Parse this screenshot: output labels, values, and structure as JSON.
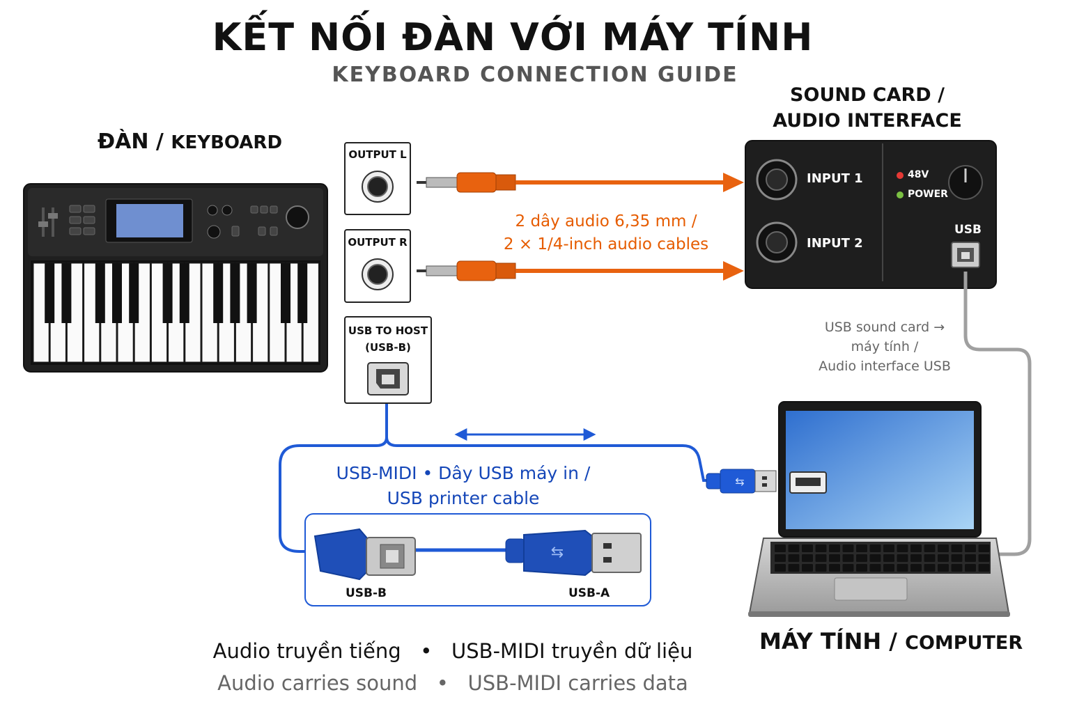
{
  "title": "KẾT NỐI ĐÀN VỚI MÁY TÍNH",
  "subtitle": "KEYBOARD CONNECTION GUIDE",
  "keyboard": {
    "label_vi": "ĐÀN",
    "separator": "/",
    "label_en": "KEYBOARD"
  },
  "sound_card": {
    "label_line1": "SOUND CARD /",
    "label_line2": "AUDIO INTERFACE",
    "input1": "INPUT 1",
    "input2": "INPUT 2",
    "phantom": "48V",
    "power": "POWER",
    "usb": "USB"
  },
  "keyboard_ports": {
    "output_l": "OUTPUT L",
    "output_r": "OUTPUT R",
    "usb_host_line1": "USB TO HOST",
    "usb_host_line2": "(USB-B)"
  },
  "audio_cables": {
    "line1": "2 dây audio 6,35 mm /",
    "line2": "2 × 1/4-inch audio cables"
  },
  "usb_midi": {
    "line1": "USB-MIDI • Dây USB máy in /",
    "line2": "USB printer cable"
  },
  "usb_cable_detail": {
    "end_b": "USB-B",
    "end_a": "USB-A"
  },
  "usb_soundcard": {
    "line1": "USB sound card →",
    "line2": "máy tính /",
    "line3": "Audio interface USB"
  },
  "computer": {
    "label_vi": "MÁY TÍNH",
    "separator": "/",
    "label_en": "COMPUTER"
  },
  "footer": {
    "vi_left": "Audio truyền tiếng",
    "vi_right": "USB-MIDI truyền dữ liệu",
    "en_left": "Audio carries sound",
    "en_right": "USB-MIDI carries data",
    "dot": "•"
  },
  "colors": {
    "audio_cable": "#e8620f",
    "usb_cable": "#1f5ad6",
    "usb_caption": "#1446b8",
    "soundcard_usb_cable": "#9a9a9a",
    "device_dark": "#222222",
    "screen_blue": "#3d7fd6"
  }
}
